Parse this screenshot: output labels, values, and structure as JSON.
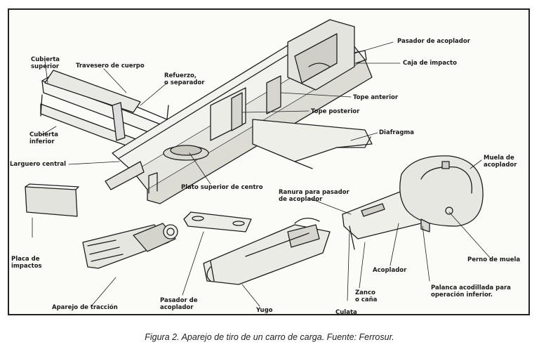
{
  "labels": {
    "cubierta_superior": "Cubierta\nsuperior",
    "travesero_cuerpo": "Travesero de cuerpo",
    "refuerzo": "Refuerzo,\no separador",
    "pasador_acoplador_top": "Pasador de acoplador",
    "caja_impacto": "Caja de impacto",
    "tope_anterior": "Tope anterior",
    "tope_posterior": "Tope posterior",
    "cubierta_inferior": "Cubierta\ninferior",
    "diafragma": "Diafragma",
    "larguero_central": "Larguero central",
    "plato_superior": "Plato superior de centro",
    "muela_acoplador": "Muela de\nacoplador",
    "ranura_pasador": "Ranura para pasador\nde acoplador",
    "placa_impactos": "Placa de\nimpactos",
    "perno_muela": "Perno de muela",
    "acoplador": "Acoplador",
    "palanca": "Palanca acodillada para\noperación inferior.",
    "zanco": "Zanco\no caña",
    "aparejo_traccion": "Aparejo de tracción",
    "pasador_acoplador_bottom": "Pasador de\nacoplador",
    "yugo": "Yugo",
    "culata": "Culata"
  },
  "caption": "Figura 2. Aparejo de tiro de un carro de carga. Fuente: Ferrosur."
}
